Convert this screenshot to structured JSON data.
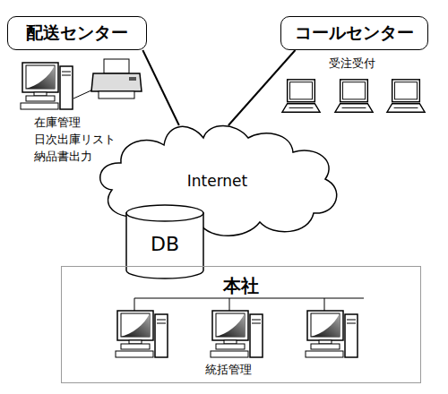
{
  "diagram": {
    "nodes": [
      {
        "text": [
          "配送センター"
        ]
      },
      {
        "text": [
          "コールセンター"
        ]
      },
      {
        "text": [
          "Internet"
        ]
      },
      {
        "text": [
          "DB"
        ]
      },
      {
        "text": [
          "本社",
          "統括管理"
        ]
      }
    ],
    "edges": [
      {
        "from": 0,
        "to": 2,
        "arrow": "none"
      },
      {
        "from": 1,
        "to": 2,
        "arrow": "none"
      }
    ],
    "labels": [
      "在庫管理",
      "日次出庫リスト",
      "納品書出力",
      "受注受付"
    ]
  }
}
